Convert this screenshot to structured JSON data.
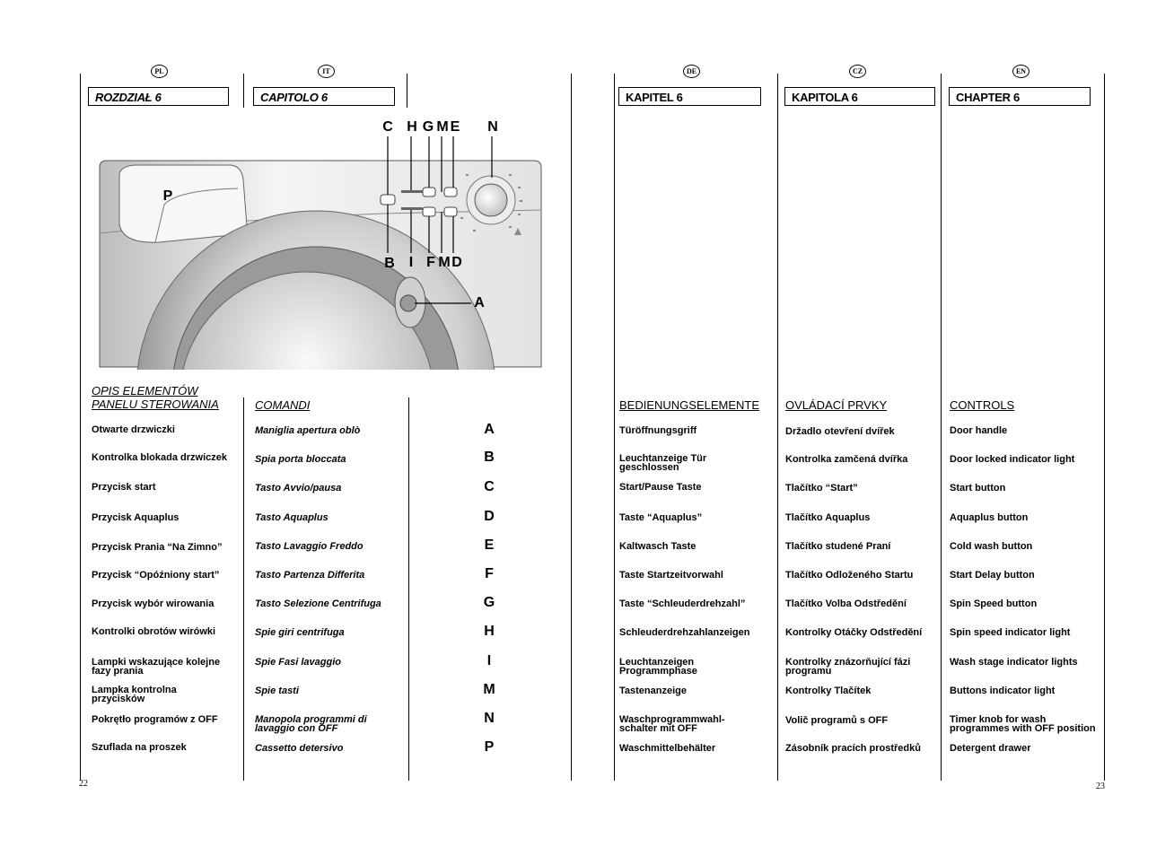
{
  "page": {
    "left_number": "22",
    "right_number": "23"
  },
  "columns": [
    {
      "lang": "PL",
      "chapter": "ROZDZIAŁ 6",
      "section": "OPIS ELEMENTÓW\nPANELU STEROWANIA",
      "items": [
        "Otwarte drzwiczki",
        "Kontrolka blokada drzwiczek",
        "Przycisk start",
        "Przycisk Aquaplus",
        "Przycisk Prania “Na Zimno”",
        "Przycisk “Opóźniony start”",
        "Przycisk wybór wirowania",
        "Kontrolki obrotów wirówki",
        "Lampki wskazujące kolejne fazy prania",
        "Lampka kontrolna przycisków",
        "Pokrętło programów z OFF",
        "Szuflada na proszek"
      ]
    },
    {
      "lang": "IT",
      "chapter": "CAPITOLO 6",
      "section": "COMANDI",
      "items": [
        "Maniglia apertura oblò",
        "Spia porta bloccata",
        "Tasto Avvio/pausa",
        "Tasto Aquaplus",
        "Tasto Lavaggio Freddo",
        "Tasto Partenza Differita",
        "Tasto Selezione Centrifuga",
        "Spie giri centrifuga",
        "Spie Fasi lavaggio",
        "Spie tasti",
        "Manopola programmi di lavaggio con OFF",
        "Cassetto detersivo"
      ]
    },
    {
      "lang": "DE",
      "chapter": "KAPITEL 6",
      "section": "BEDIENUNGSELEMENTE",
      "items": [
        "Türöffnungsgriff",
        "Leuchtanzeige Tür geschlossen",
        "Start/Pause Taste",
        "Taste “Aquaplus”",
        "Kaltwasch Taste",
        "Taste Startzeitvorwahl",
        "Taste “Schleuderdrehzahl”",
        "Schleuderdrehzahlanzeigen",
        "Leuchtanzeigen Programmphase",
        "Tastenanzeige",
        "Waschprogrammwahl-schalter mit OFF",
        "Waschmittelbehälter"
      ]
    },
    {
      "lang": "CZ",
      "chapter": "KAPITOLA 6",
      "section": "OVLÁDACÍ PRVKY",
      "items": [
        "Držadlo otevření dvířek",
        "Kontrolka zamčená dvířka",
        "Tlačítko “Start”",
        "Tlačítko Aquaplus",
        "Tlačítko studené Praní",
        "Tlačítko Odloženého Startu",
        "Tlačítko Volba Odstředění",
        "Kontrolky Otáčky Odstředění",
        "Kontrolky znázorňující fázi programu",
        "Kontrolky Tlačítek",
        "Volič programů s OFF",
        "Zásobník pracích prostředků"
      ]
    },
    {
      "lang": "EN",
      "chapter": "CHAPTER 6",
      "section": "CONTROLS",
      "items": [
        "Door handle",
        "Door locked indicator light",
        "Start button",
        "Aquaplus button",
        "Cold wash button",
        "Start Delay button",
        "Spin Speed button",
        "Spin speed indicator light",
        "Wash stage indicator lights",
        "Buttons indicator light",
        "Timer knob for wash programmes with OFF position",
        "Detergent drawer"
      ]
    }
  ],
  "letters": [
    "A",
    "B",
    "C",
    "D",
    "E",
    "F",
    "G",
    "H",
    "I",
    "M",
    "N",
    "P"
  ],
  "diagram": {
    "top_labels": [
      "C",
      "H",
      "G",
      "M",
      "E",
      "N"
    ],
    "bottom_labels": [
      "B",
      "I",
      "F",
      "M",
      "D"
    ],
    "side_labels": [
      "P",
      "A"
    ]
  }
}
